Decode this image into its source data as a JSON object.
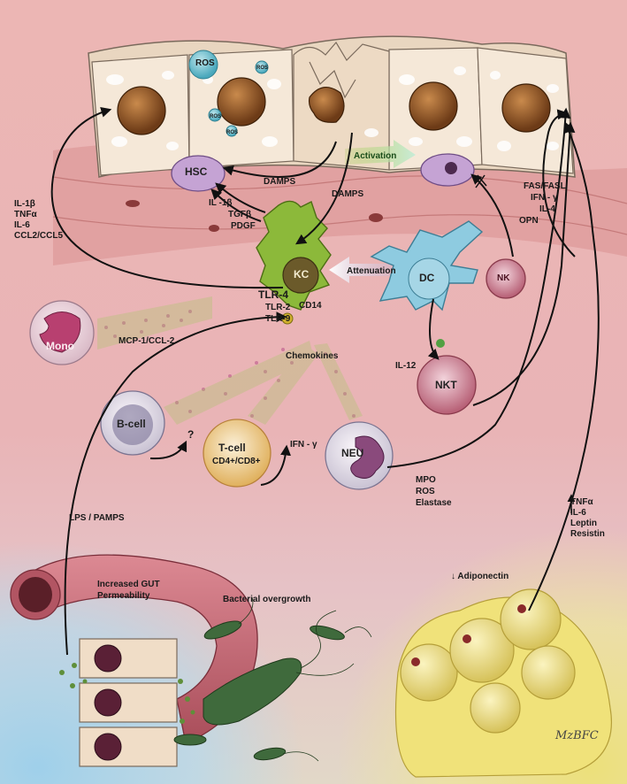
{
  "labels": {
    "ros_1": "ROS",
    "ros_2": "ROS",
    "ros_3": "ROS",
    "ros_4": "ROS",
    "hsc": "HSC",
    "activation": "Activation",
    "damps_1": "DAMPS",
    "damps_2": "DAMPS",
    "fas_fasl": "FAS/FASL",
    "ifn_gamma_top": "IFN - γ",
    "il4": "IL-4",
    "opn": "OPN",
    "il1b_small": "IL -1β",
    "tgfb": "TGFβ",
    "pdgf": "PDGF",
    "kc": "KC",
    "attenuation": "Attenuation",
    "dc": "DC",
    "nk": "NK",
    "nkt": "NKT",
    "tlr4": "TLR-4",
    "tlr2": "TLR-2",
    "tlr9": "TLR-9",
    "cd14": "CD14",
    "mono": "Mono",
    "mcp1": "MCP-1/CCL-2",
    "chemokines": "Chemokines",
    "il12": "IL-12",
    "bcell": "B-cell",
    "question": "?",
    "tcell": "T-cell",
    "cd4cd8": "CD4+/CD8+",
    "ifn_gamma_t": "IFN - γ",
    "neu": "NEU",
    "mpo": "MPO",
    "ros_neu": "ROS",
    "elastase": "Elastase",
    "lps": "LPS / PAMPS",
    "gut_1": "Increased GUT",
    "gut_2": "Permeability",
    "bacterial": "Bacterial overgrowth",
    "adiponectin": "↓ Adiponectin",
    "signature": "MzBFC"
  },
  "cytokines_left": [
    "IL-1β",
    "TNFα",
    "IL-6",
    "CCL2/CCL5"
  ],
  "adipose_up": [
    "TNFα",
    "IL-6",
    "Leptin",
    "Resistin"
  ],
  "colors": {
    "bg_top": "#ebb2b2",
    "bg_bottom_left": "#a9d4ea",
    "bg_bottom_right": "#ecdf8a",
    "hepatocyte": "#f4e6d6",
    "nucleus": "#8b5226",
    "kc_green": "#8db833",
    "dc_blue": "#8ecbe0",
    "hsc_purple": "#c8a8d8",
    "adipose": "#f1e37a",
    "bacteria": "#3f6a3c",
    "gut": "#c96d78"
  }
}
